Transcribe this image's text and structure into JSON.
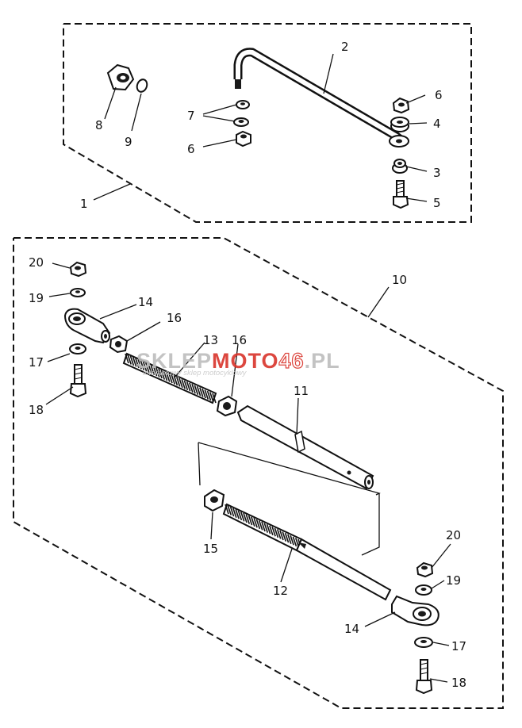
{
  "watermark": {
    "brand_a": "SKLEP",
    "brand_b": "MOTO",
    "brand_c": "46",
    "brand_d": ".PL",
    "tagline": "internetowy sklep motocyklowy",
    "colors": {
      "grey": "#bdbdbd",
      "red": "#d9342b"
    }
  },
  "callouts": {
    "c1": "1",
    "c2": "2",
    "c3": "3",
    "c4": "4",
    "c5": "5",
    "c6a": "6",
    "c6b": "6",
    "c7": "7",
    "c8": "8",
    "c9": "9",
    "c10": "10",
    "c11": "11",
    "c12": "12",
    "c13": "13",
    "c14a": "14",
    "c14b": "14",
    "c15": "15",
    "c16a": "16",
    "c16b": "16",
    "c17a": "17",
    "c17b": "17",
    "c18a": "18",
    "c18b": "18",
    "c19a": "19",
    "c19b": "19",
    "c20a": "20",
    "c20b": "20"
  }
}
